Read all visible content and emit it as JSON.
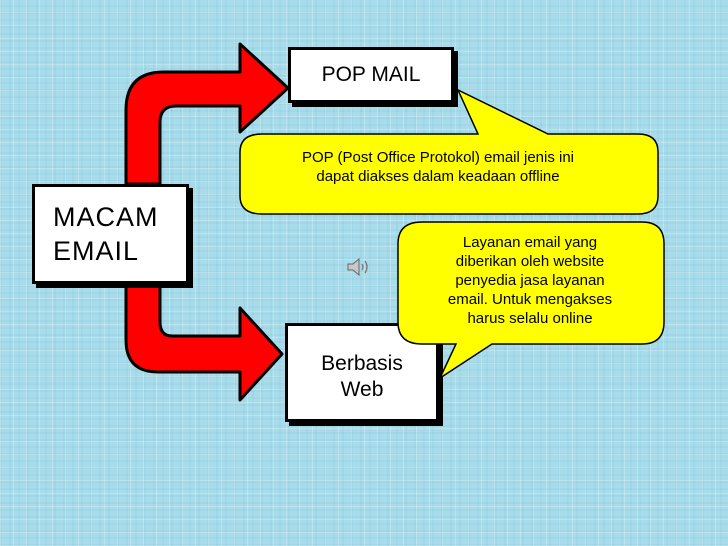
{
  "diagram": {
    "source": {
      "label": "MACAM\nEMAIL"
    },
    "targets": [
      {
        "label": "POP MAIL"
      },
      {
        "label": "Berbasis\nWeb"
      }
    ],
    "callouts": [
      {
        "text": "POP (Post Office Protokol) email jenis ini\ndapat diakses dalam keadaan offline"
      },
      {
        "text": "Layanan email yang\ndiberikan oleh website\npenyedia  jasa layanan\nemail. Untuk mengakses\nharus selalu online"
      }
    ],
    "icons": [
      "speaker-icon"
    ],
    "colors": {
      "arrow": "#ff0000",
      "callout_fill": "#ffff00",
      "box_fill": "#ffffff",
      "background": "#a9dcea"
    }
  }
}
